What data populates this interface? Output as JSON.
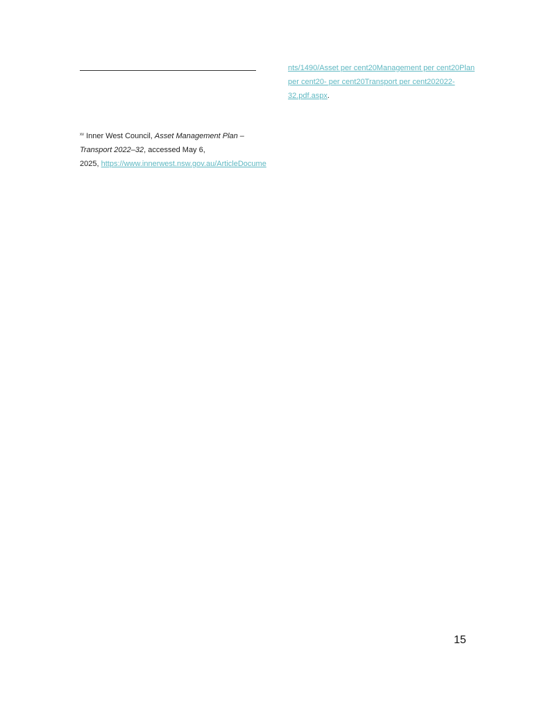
{
  "footnote": {
    "marker": "xv",
    "author": "Inner West Council, ",
    "title_line1": "Asset Management Plan –",
    "title_line2": "Transport 2022–32",
    "accessed_line1": ", accessed May 6,",
    "year": "2025, ",
    "url_part1": "https://www.innerwest.nsw.gov.au/ArticleDocume",
    "url_part2": "nts/1490/Asset per cent20Management per cent20Plan",
    "url_part3": "per cent20- per cent20Transport per cent202022-",
    "url_part4": "32.pdf.aspx",
    "end_period": "."
  },
  "page_number": "15"
}
